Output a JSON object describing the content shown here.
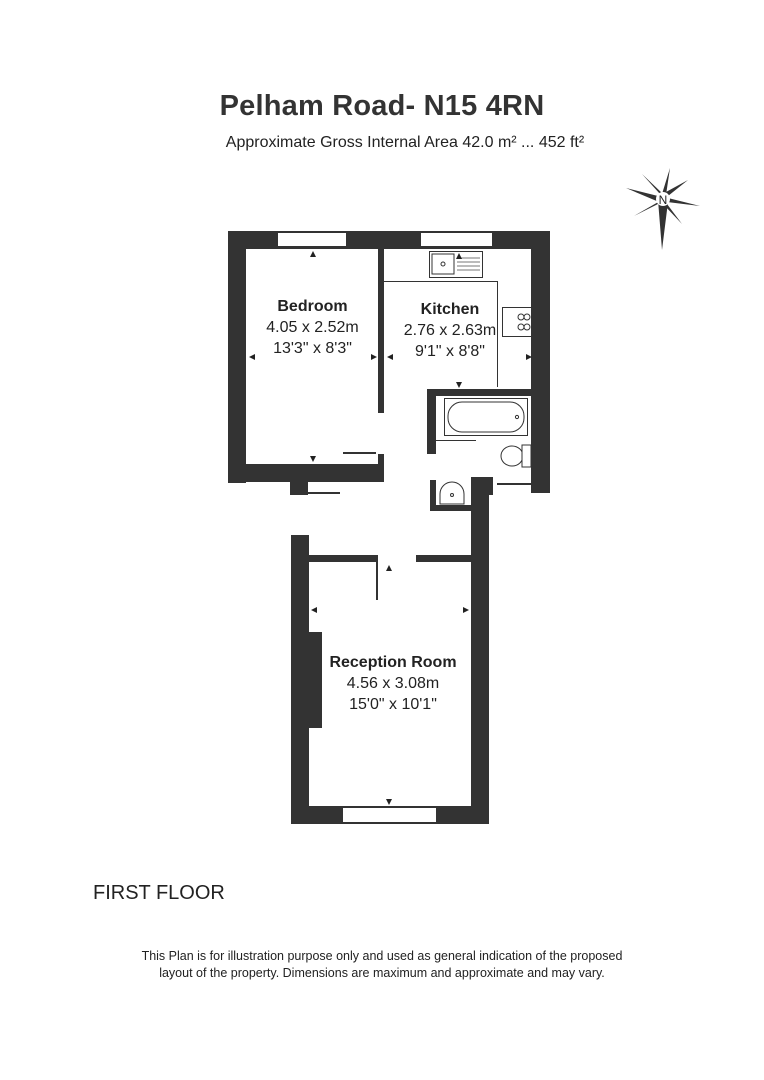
{
  "header": {
    "title": "Pelham Road- N15 4RN",
    "subtitle": "Approximate Gross Internal Area 42.0 m² ... 452 ft²"
  },
  "compass": {
    "label": "N",
    "icon": "compass-rose-icon"
  },
  "rooms": [
    {
      "name": "Bedroom",
      "metric": "4.05 x 2.52m",
      "imperial": "13'3\" x 8'3\""
    },
    {
      "name": "Kitchen",
      "metric": "2.76 x 2.63m",
      "imperial": "9'1\" x 8'8\""
    },
    {
      "name": "Reception Room",
      "metric": "4.56 x 3.08m",
      "imperial": "15'0\" x 10'1\""
    }
  ],
  "fixtures": [
    "sink-icon",
    "hob-icon",
    "bathtub-icon",
    "toilet-icon",
    "basin-icon"
  ],
  "floor_label": "FIRST FLOOR",
  "disclaimer": {
    "line1": "This Plan is for illustration purpose only and used as general indication of the proposed",
    "line2": "layout of the property. Dimensions are maximum and approximate and may vary."
  },
  "colors": {
    "wall": "#333333",
    "text": "#222222",
    "background": "#ffffff"
  }
}
